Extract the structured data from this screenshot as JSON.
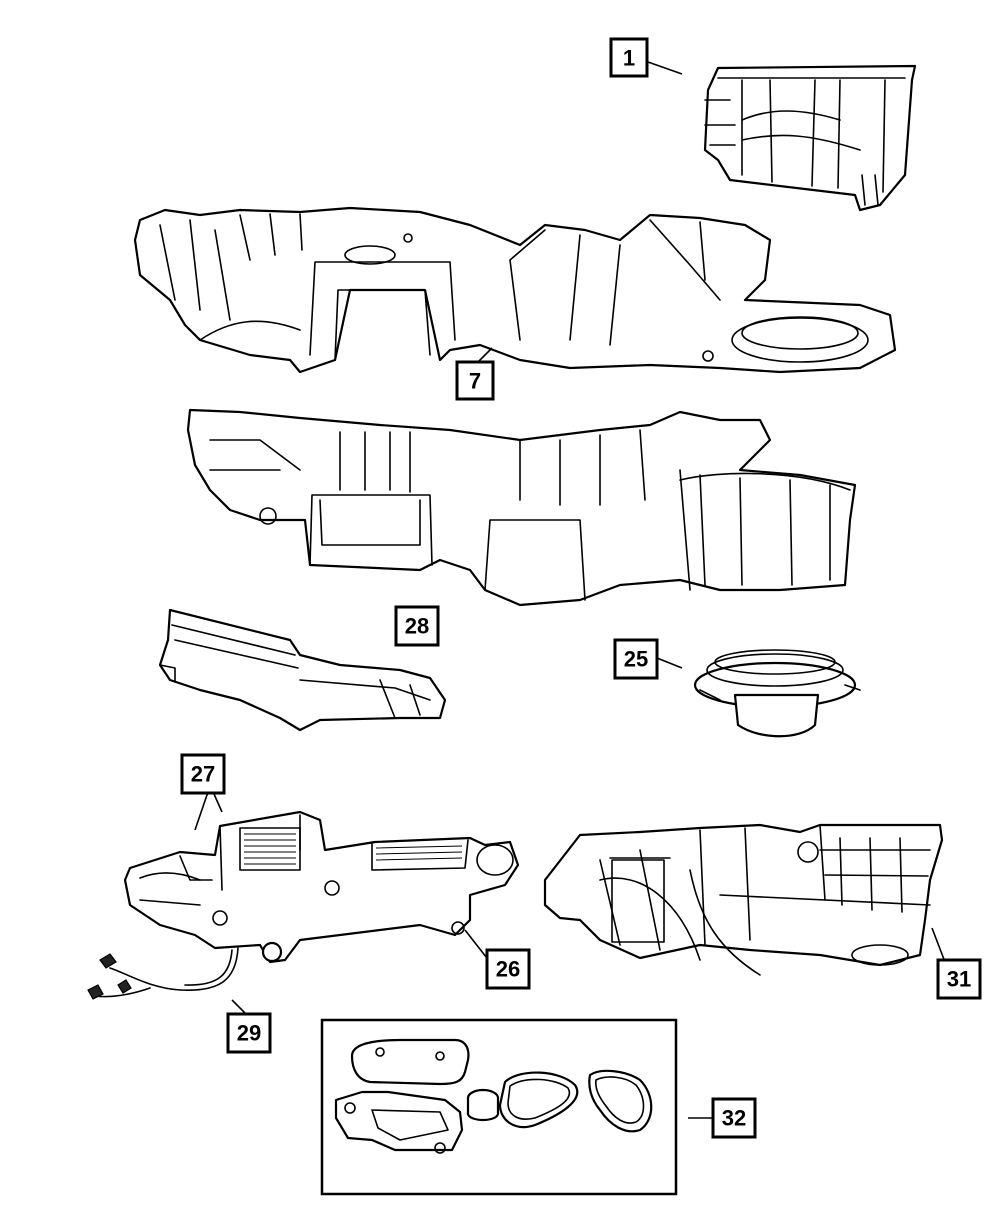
{
  "callouts": {
    "c1": "1",
    "c7": "7",
    "c28": "28",
    "c25": "25",
    "c27": "27",
    "c26": "26",
    "c31": "31",
    "c29": "29",
    "c32": "32"
  }
}
